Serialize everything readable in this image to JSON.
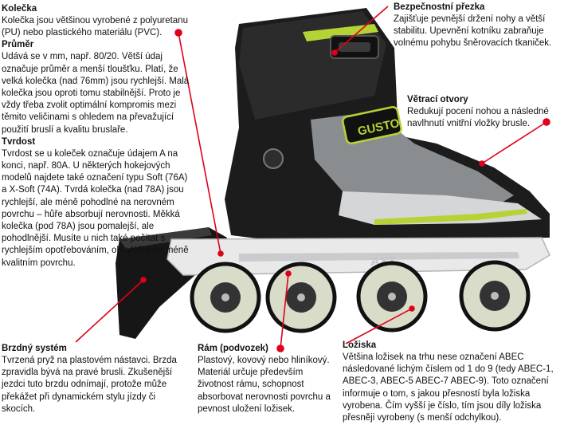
{
  "sections": {
    "wheels": {
      "title": "Kolečka",
      "text": "Kolečka jsou většinou vyrobené z polyuretanu (PU) nebo plastického materiálu (PVC)."
    },
    "diameter": {
      "title": "Průměr",
      "text": "Udává se v mm, např. 80/20. Větší údaj označuje průměr a menší tloušťku. Platí, že velká kolečka (nad 76mm) jsou rychlejší. Malá kolečka jsou oproti tomu stabilnější. Proto je vždy třeba zvolit optimální kompromis mezi těmito veličinami s ohledem na převažující použití bruslí a kvalitu bruslaře."
    },
    "hardness": {
      "title": "Tvrdost",
      "text": "Tvrdost se u koleček označuje údajem A na konci, např. 80A. U některých hokejových modelů najdete také označení typu Soft (76A) a X-Soft (74A). Tvrdá kolečka (nad 78A) jsou rychlejší, ale méně pohodlné na nerovném povrchu – hůře absorbují nerovnosti. Měkká kolečka (pod 78A) jsou pomalejší, ale pohodlnější. Musíte u nich také počítat s rychlejším opotřebováním, obzvláště na méně kvalitním povrchu."
    },
    "buckle": {
      "title": "Bezpečnostní přezka",
      "text": "Zajišťuje pevnější držení nohy a větší stabilitu. Upevnění kotníku zabraňuje volnému pohybu šněrovacích tkaniček."
    },
    "vents": {
      "title": "Větrací otvory",
      "text": "Redukují pocení nohou a následné navlhnutí vnitřní vložky brusle."
    },
    "brake": {
      "title": "Brzdný systém",
      "text": "Tvrzená pryž na plastovém nástavci. Brzda zpravidla bývá na pravé brusli. Zkušenější jezdci tuto brzdu odnímají, protože může překážet při dynamickém stylu jízdy či skocích."
    },
    "frame": {
      "title": "Rám (podvozek)",
      "text": "Plastový, kovový nebo hliníkový. Materiál určuje především životnost rámu, schopnost absorbovat nerovnosti povrchu a pevnost uložení ložisek."
    },
    "bearings": {
      "title": "Ložiska",
      "text": "Většina ložisek na trhu nese označení ABEC následované lichým číslem od 1 do 9 (tedy ABEC-1, ABEC-3, ABEC-5 ABEC-7 ABEC-9). Toto označení informuje o tom, s jakou přesností byla ložiska vyrobena. Čím vyšší je číslo, tím jsou díly ložiska přesněji vyrobeny (s menší odchylkou)."
    }
  },
  "skate_labels": {
    "brand": "GUSTO",
    "model": "AXT"
  },
  "colors": {
    "callout": "#e0001b",
    "accent": "#b5d334",
    "boot": "#1c1c1c",
    "mesh": "#8a8d90",
    "frame": "#e9e9ea",
    "wheel": "#d8dcc8"
  }
}
